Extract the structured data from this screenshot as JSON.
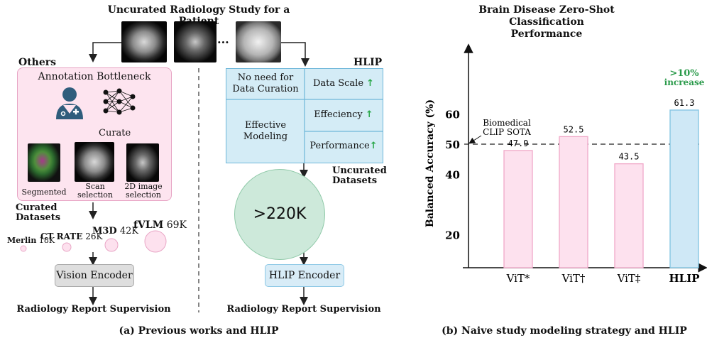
{
  "top_title": "Uncurated Radiology Study for a Patient",
  "ellipsis": "...",
  "left": {
    "others_label": "Others",
    "bottleneck_title": "Annotation Bottleneck",
    "curate_label": "Curate",
    "thumb_labels": [
      "Segmented",
      "Scan selection",
      "2D image selection"
    ],
    "curated_datasets_label": "Curated Datasets",
    "datasets": [
      {
        "name": "Merlin",
        "size": "18K"
      },
      {
        "name": "CT RATE",
        "size": "26K"
      },
      {
        "name": "M3D",
        "size": "42K"
      },
      {
        "name": "fVLM",
        "size": "69K"
      }
    ],
    "encoder_label": "Vision Encoder",
    "supervision_label": "Radiology Report Supervision"
  },
  "right": {
    "hlip_label": "HLIP",
    "no_need": "No need for Data Curation",
    "effective": "Effective Modeling",
    "data_scale": "Data Scale",
    "efficiency": "Effeciency",
    "performance": "Performance",
    "up_arrow": "↑",
    "uncurated_label": "Uncurated Datasets",
    "circle_label": ">220K",
    "encoder_label": "HLIP Encoder",
    "supervision_label": "Radiology Report Supervision"
  },
  "caption_a": "(a) Previous works and HLIP",
  "caption_b": "(b) Naive study modeling strategy and HLIP",
  "chart_data": {
    "type": "bar",
    "title": "Brain Disease Zero-Shot Classification Performance",
    "ylabel": "Balanced Accuracy (%)",
    "yticks": [
      20,
      40,
      50,
      60
    ],
    "categories": [
      "ViT*",
      "ViT†",
      "ViT‡",
      "HLIP"
    ],
    "values": [
      47.9,
      52.5,
      43.5,
      61.3
    ],
    "value_labels": [
      "47.9",
      "52.5",
      "43.5",
      "61.3"
    ],
    "colors": [
      "#fde1ee",
      "#fde1ee",
      "#fde1ee",
      "#cfe8f6"
    ],
    "border_colors": [
      "#f0a8c8",
      "#f0a8c8",
      "#f0a8c8",
      "#7fc2e2"
    ],
    "reference_line": {
      "value": 50,
      "label": "Biomedical CLIP SOTA"
    },
    "annotation": ">10% increase",
    "annotation_color": "#2a9a4a"
  }
}
